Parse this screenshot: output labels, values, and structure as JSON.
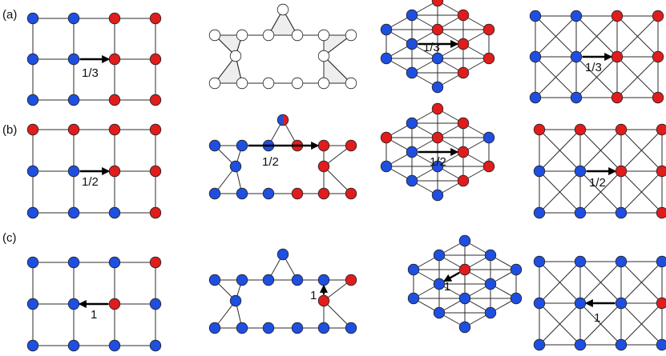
{
  "colors": {
    "blue": "#1f4fe0",
    "red": "#e01c1c",
    "empty": "#ffffff",
    "shaded_triangle": "#eeeeee",
    "line": "#2b2b2b"
  },
  "rows": [
    {
      "label": "(a)",
      "panels": [
        {
          "lattice": "square",
          "pattern": "stripe-2",
          "arrow_label": "1/3"
        },
        {
          "lattice": "kagome",
          "pattern": "empty-shaded",
          "arrow_label": ""
        },
        {
          "lattice": "triangular",
          "pattern": "stripe-2",
          "arrow_label": "1/3"
        },
        {
          "lattice": "checkerboard",
          "pattern": "stripe-2",
          "arrow_label": "1/3"
        }
      ]
    },
    {
      "label": "(b)",
      "panels": [
        {
          "lattice": "square",
          "pattern": "rows",
          "arrow_label": "1/2"
        },
        {
          "lattice": "kagome",
          "pattern": "mixed",
          "arrow_label": "1/2"
        },
        {
          "lattice": "triangular",
          "pattern": "mixed",
          "arrow_label": "1/2"
        },
        {
          "lattice": "checkerboard",
          "pattern": "rows",
          "arrow_label": "1/2"
        }
      ]
    },
    {
      "label": "(c)",
      "panels": [
        {
          "lattice": "square",
          "pattern": "single-red",
          "arrow_label": "1"
        },
        {
          "lattice": "kagome",
          "pattern": "two-red",
          "arrow_label": "1"
        },
        {
          "lattice": "triangular",
          "pattern": "single-red",
          "arrow_label": "1"
        },
        {
          "lattice": "checkerboard",
          "pattern": "single-red",
          "arrow_label": "1"
        }
      ]
    }
  ]
}
